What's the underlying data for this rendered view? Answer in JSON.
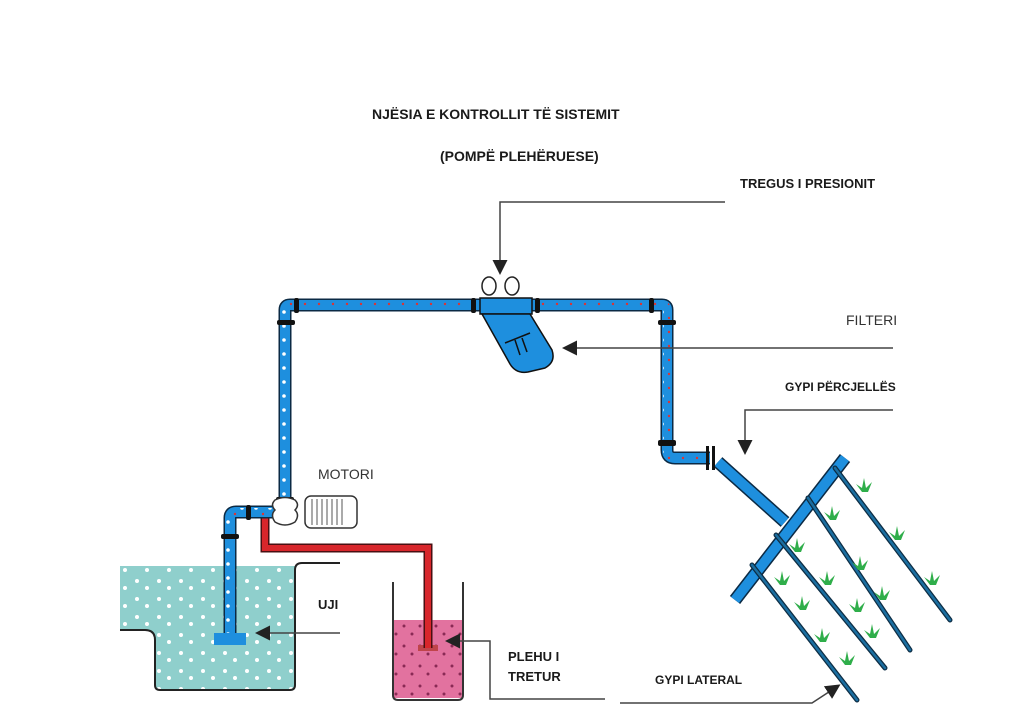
{
  "title": {
    "line1": "NJËSIA E KONTROLLIT TË SISTEMIT",
    "line2": "(POMPË PLEHËRUESE)"
  },
  "labels": {
    "pressure_gauge": "TREGUS I PRESIONIT",
    "filter": "FILTERI",
    "main_pipe": "GYPI PËRCJELLËS",
    "motor": "MOTORI",
    "water": "UJI",
    "fertilizer_line1": "PLEHU  I",
    "fertilizer_line2": "TRETUR",
    "lateral_pipe": "GYPI LATERAL"
  },
  "colors": {
    "pipe_blue": "#1e8fde",
    "pipe_outline": "#0b2a44",
    "fertilizer_pipe": "#d8262b",
    "water": "#8fcfcc",
    "fertilizer_liquid": "#e2729f",
    "lateral": "#1b5e86",
    "plant": "#2fae4a"
  }
}
